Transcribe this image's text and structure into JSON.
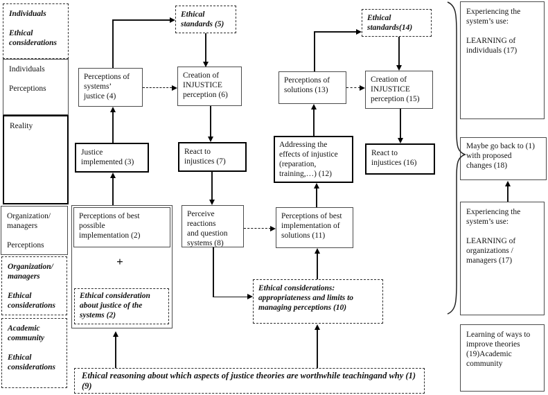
{
  "left_rail": {
    "individuals_ethics": "Individuals\n\nEthical\nconsiderations",
    "individuals_perceptions": "Individuals\n\nPerceptions",
    "reality": "Reality",
    "org_perceptions": "Organization/\nmanagers\n\nPerceptions",
    "org_ethics": "Organization/\nmanagers\n\nEthical\nconsiderations",
    "academic_ethics": "Academic\ncommunity\n\nEthical\nconsiderations"
  },
  "flow": {
    "ethical_standards_5": "Ethical\nstandards (5)",
    "ethical_standards_14": "Ethical\nstandards(14)",
    "perceptions_systems_justice_4": "Perceptions of\nsystems’\njustice (4)",
    "creation_injustice_6": "Creation of\nINJUSTICE\nperception (6)",
    "perceptions_solutions_13": "Perceptions of\nsolutions (13)",
    "creation_injustice_15": "Creation of\nINJUSTICE\nperception (15)",
    "justice_implemented_3": "Justice\nimplemented (3)",
    "react_injustices_7": "React to\ninjustices (7)",
    "addressing_effects_12": "Addressing the\neffects of injustice\n(reparation,\ntraining,…) (12)",
    "react_injustices_16": "React to\ninjustices (16)",
    "perceptions_best_possible_2": "Perceptions of best\npossible\nimplementation (2)",
    "plus": "+",
    "ethical_consideration_2": "Ethical consideration\nabout justice of the\nsystems (2)",
    "perceive_reactions_8": "Perceive reactions\nand question\nsystems (8)",
    "perceptions_best_implementation_11": "Perceptions of best\nimplementation of\nsolutions (11)",
    "ethical_considerations_10": "Ethical considerations:\nappropriateness and limits to\nmanaging perceptions (10)",
    "ethical_reasoning_1_9": "Ethical reasoning about which aspects of justice theories are worthwhile teachingand why (1)\n(9)"
  },
  "right_rail": {
    "learning_individuals_17": "Experiencing the\nsystem’s use:\n\nLEARNING of\nindividuals (17)",
    "maybe_go_back_18": "Maybe go back to (1)\nwith proposed\nchanges (18)",
    "learning_organizations_17": "Experiencing the\nsystem’s use:\n\nLEARNING of\norganizations /\nmanagers (17)",
    "learning_theories_19": "Learning of ways to\nimprove theories\n(19)Academic\ncommunity"
  }
}
